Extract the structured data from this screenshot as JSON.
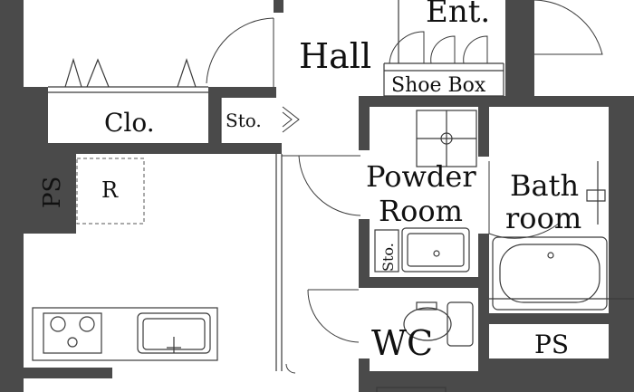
{
  "floorplan": {
    "rooms": {
      "entrance": "Ent.",
      "hall": "Hall",
      "shoe_box": "Shoe Box",
      "closet": "Clo.",
      "storage_hall": "Sto.",
      "storage_powder": "Sto.",
      "pipe_space_left": "PS",
      "pipe_space_right": "PS",
      "refrigerator": "R",
      "powder_room_line1": "Powder",
      "powder_room_line2": "Room",
      "bathroom_line1": "Bath",
      "bathroom_line2": "room",
      "wc": "WC"
    },
    "colors": {
      "wall": "#4a4a4a",
      "line": "#3a3a3a",
      "background": "#ffffff"
    }
  }
}
